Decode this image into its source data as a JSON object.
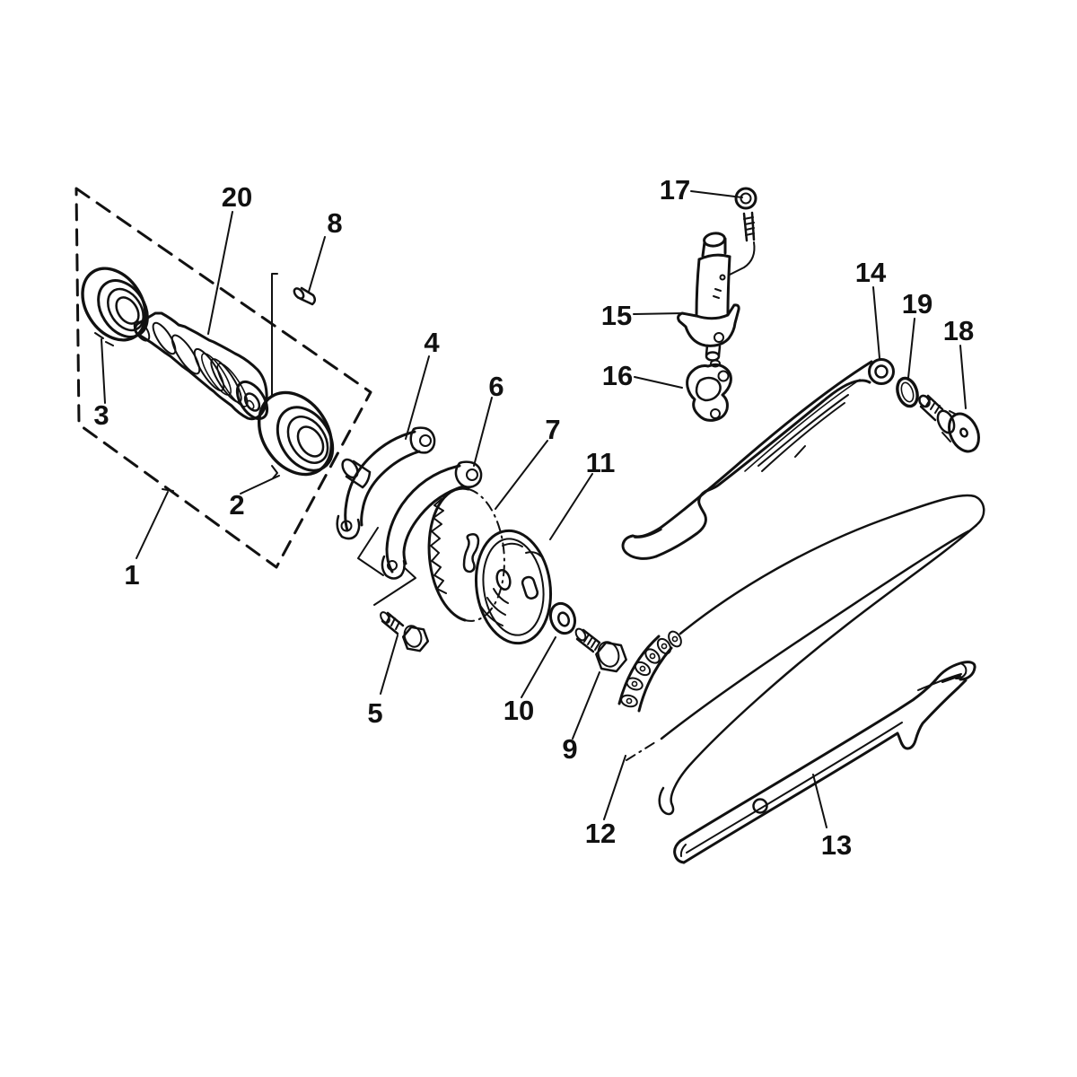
{
  "diagram": {
    "ink": "#111111",
    "background": "#ffffff",
    "callouts": [
      {
        "label": "1"
      },
      {
        "label": "2"
      },
      {
        "label": "3"
      },
      {
        "label": "4"
      },
      {
        "label": "5"
      },
      {
        "label": "6"
      },
      {
        "label": "7"
      },
      {
        "label": "8"
      },
      {
        "label": "9"
      },
      {
        "label": "10"
      },
      {
        "label": "11"
      },
      {
        "label": "12"
      },
      {
        "label": "13"
      },
      {
        "label": "14"
      },
      {
        "label": "15"
      },
      {
        "label": "16"
      },
      {
        "label": "17"
      },
      {
        "label": "18"
      },
      {
        "label": "19"
      },
      {
        "label": "20"
      }
    ]
  }
}
